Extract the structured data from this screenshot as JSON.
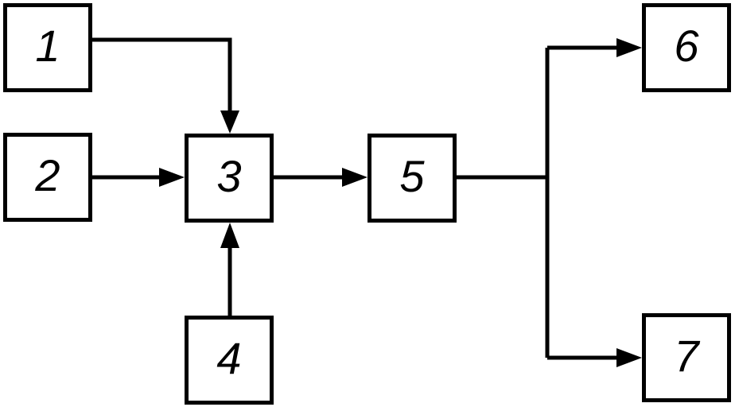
{
  "diagram": {
    "type": "block-diagram",
    "colors": {
      "background": "#ffffff",
      "line": "#000000",
      "block_fill": "#ffffff",
      "block_border": "#000000",
      "text": "#000000"
    },
    "blocks": [
      {
        "id": "1",
        "label": "1"
      },
      {
        "id": "2",
        "label": "2"
      },
      {
        "id": "3",
        "label": "3"
      },
      {
        "id": "4",
        "label": "4"
      },
      {
        "id": "5",
        "label": "5"
      },
      {
        "id": "6",
        "label": "6"
      },
      {
        "id": "7",
        "label": "7"
      }
    ],
    "edges": [
      {
        "from": "1",
        "to": "3",
        "style": "elbow-right-down-arrow"
      },
      {
        "from": "2",
        "to": "3",
        "style": "straight-right-arrow"
      },
      {
        "from": "4",
        "to": "3",
        "style": "straight-up-arrow"
      },
      {
        "from": "3",
        "to": "5",
        "style": "straight-right-arrow"
      },
      {
        "from": "5",
        "to": "6",
        "style": "trunk-up-right-arrow"
      },
      {
        "from": "5",
        "to": "7",
        "style": "trunk-down-right-arrow"
      }
    ]
  }
}
